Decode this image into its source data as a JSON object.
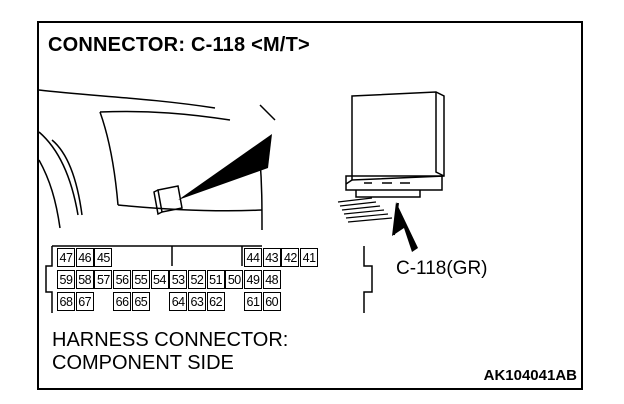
{
  "title": "CONNECTOR: C-118 <M/T>",
  "connector_label": "C-118(GR)",
  "harness_lines": [
    "HARNESS CONNECTOR:",
    "COMPONENT SIDE"
  ],
  "figure_code": "AK104041AB",
  "pins": {
    "row1": [
      {
        "col": 0,
        "n": "47"
      },
      {
        "col": 1,
        "n": "46"
      },
      {
        "col": 2,
        "n": "45"
      },
      {
        "col": 10,
        "n": "44"
      },
      {
        "col": 11,
        "n": "43"
      },
      {
        "col": 12,
        "n": "42"
      },
      {
        "col": 13,
        "n": "41"
      }
    ],
    "row2": [
      {
        "col": 0,
        "n": "59"
      },
      {
        "col": 1,
        "n": "58"
      },
      {
        "col": 2,
        "n": "57"
      },
      {
        "col": 3,
        "n": "56"
      },
      {
        "col": 4,
        "n": "55"
      },
      {
        "col": 5,
        "n": "54"
      },
      {
        "col": 6,
        "n": "53"
      },
      {
        "col": 7,
        "n": "52"
      },
      {
        "col": 8,
        "n": "51"
      },
      {
        "col": 9,
        "n": "50"
      },
      {
        "col": 10,
        "n": "49"
      },
      {
        "col": 11,
        "n": "48"
      }
    ],
    "row3": [
      {
        "col": 0,
        "n": "68"
      },
      {
        "col": 1,
        "n": "67"
      },
      {
        "col": 3,
        "n": "66"
      },
      {
        "col": 4,
        "n": "65"
      },
      {
        "col": 6,
        "n": "64"
      },
      {
        "col": 7,
        "n": "63"
      },
      {
        "col": 8,
        "n": "62"
      },
      {
        "col": 10,
        "n": "61"
      },
      {
        "col": 11,
        "n": "60"
      }
    ]
  }
}
